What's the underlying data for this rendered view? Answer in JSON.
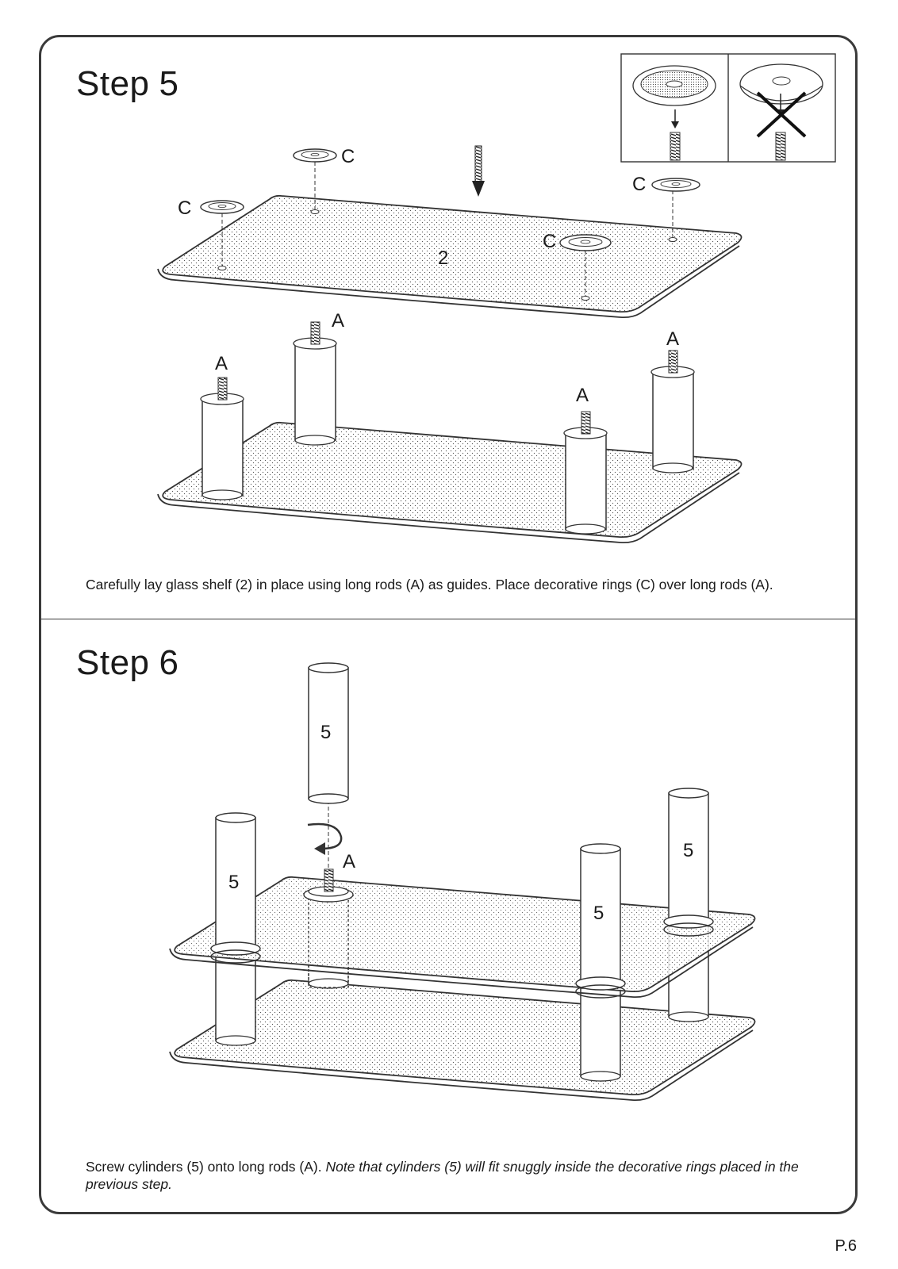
{
  "steps": [
    {
      "title_word": "Step",
      "number": "5",
      "instruction": "Carefully lay glass shelf (2) in place using long rods (A) as guides. Place decorative rings (C) over long rods (A).",
      "labels": {
        "shelf": "2",
        "ring": "C",
        "rod": "A"
      }
    },
    {
      "title_word": "Step",
      "number": "6",
      "instruction_plain": "Screw cylinders (5) onto long rods (A). ",
      "instruction_note": "Note that cylinders (5) will fit snuggly inside the decorative rings placed in the previous step.",
      "labels": {
        "cylinder": "5",
        "rod": "A"
      }
    }
  ],
  "page_number": "P.6"
}
